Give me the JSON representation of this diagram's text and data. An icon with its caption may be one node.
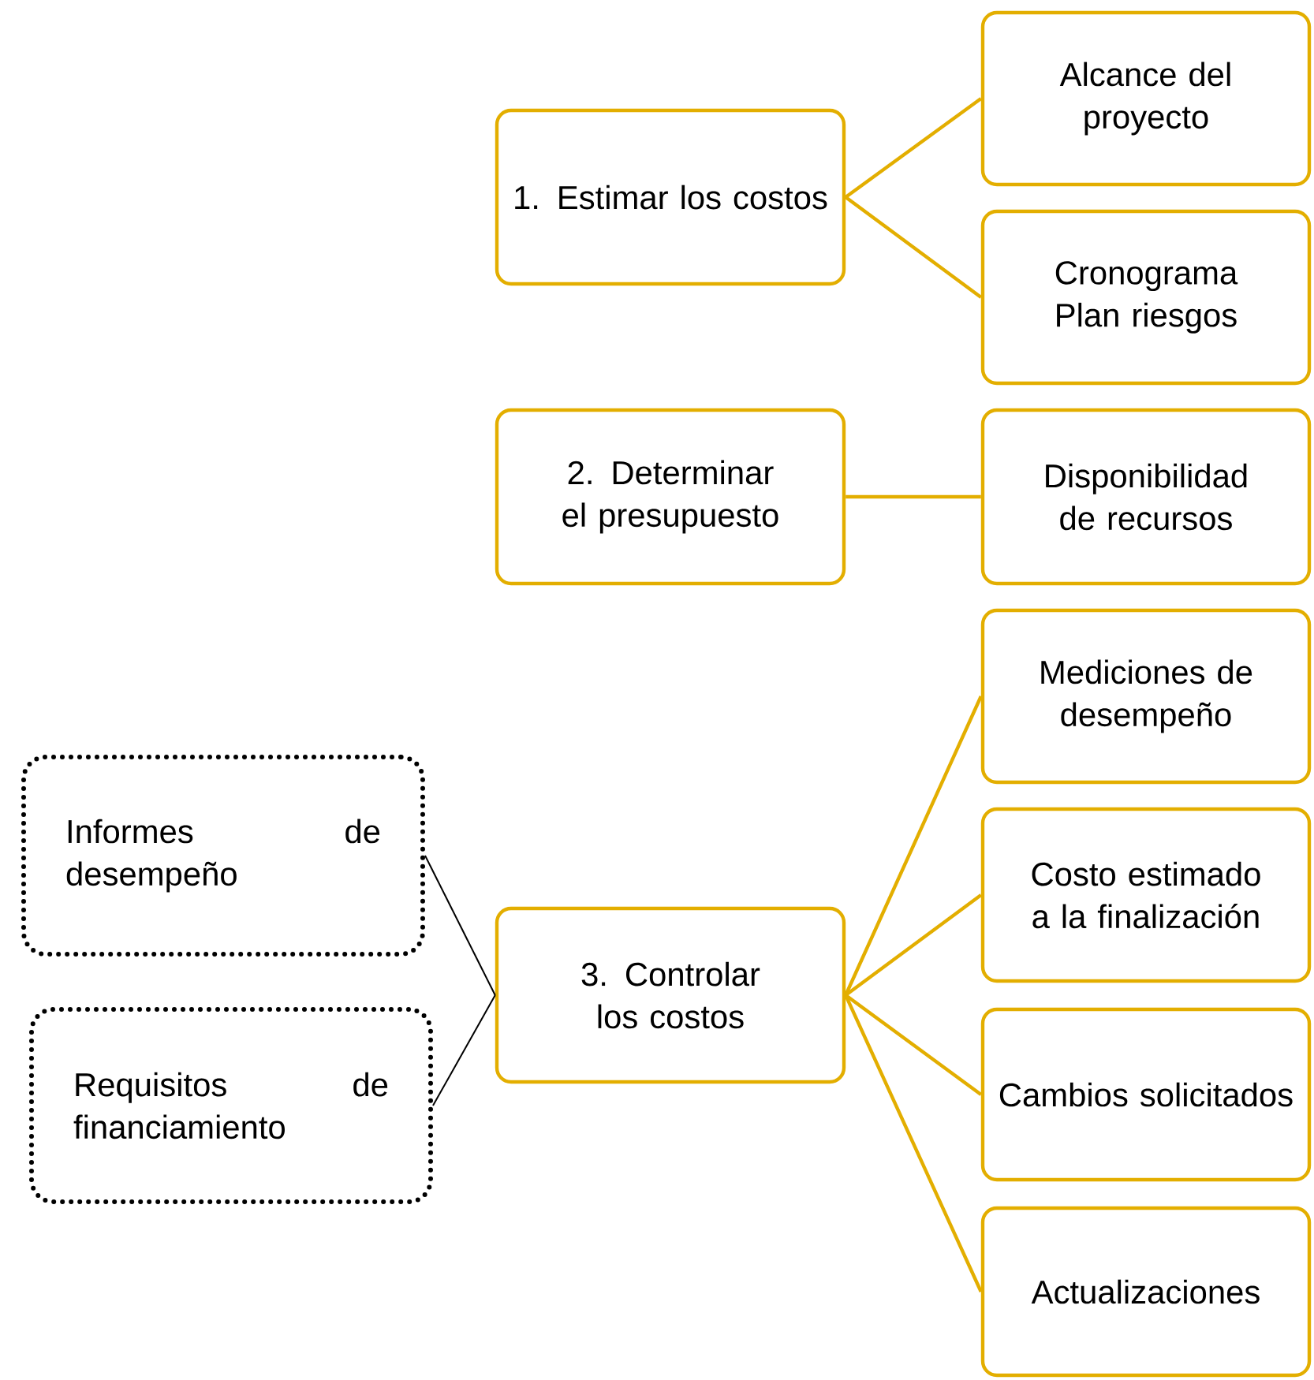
{
  "diagram": {
    "nodes": [
      {
        "text": [
          "1. Estimar los costos"
        ]
      },
      {
        "text": [
          "Alcance del proyecto"
        ]
      },
      {
        "text": [
          "Cronograma Plan riesgos"
        ]
      },
      {
        "text": [
          "2. Determinar el presupuesto"
        ]
      },
      {
        "text": [
          "Disponibilidad de recursos"
        ]
      },
      {
        "text": [
          "Informes de desempeño"
        ]
      },
      {
        "text": [
          "Requisitos de financiamiento"
        ]
      },
      {
        "text": [
          "3. Controlar los costos"
        ]
      },
      {
        "text": [
          "Mediciones de desempeño"
        ]
      },
      {
        "text": [
          "Costo estimado a la finalización"
        ]
      },
      {
        "text": [
          "Cambios solicitados"
        ]
      },
      {
        "text": [
          "Actualizaciones"
        ]
      }
    ],
    "edges": [
      {
        "from": 0,
        "to": 1,
        "arrow": "none"
      },
      {
        "from": 0,
        "to": 2,
        "arrow": "none"
      },
      {
        "from": 3,
        "to": 4,
        "arrow": "none"
      },
      {
        "from": 5,
        "to": 7,
        "arrow": "none",
        "color": "#000000"
      },
      {
        "from": 6,
        "to": 7,
        "arrow": "none",
        "color": "#000000"
      },
      {
        "from": 7,
        "to": 8,
        "arrow": "none"
      },
      {
        "from": 7,
        "to": 9,
        "arrow": "none"
      },
      {
        "from": 7,
        "to": 10,
        "arrow": "none"
      },
      {
        "from": 7,
        "to": 11,
        "arrow": "none"
      }
    ]
  }
}
